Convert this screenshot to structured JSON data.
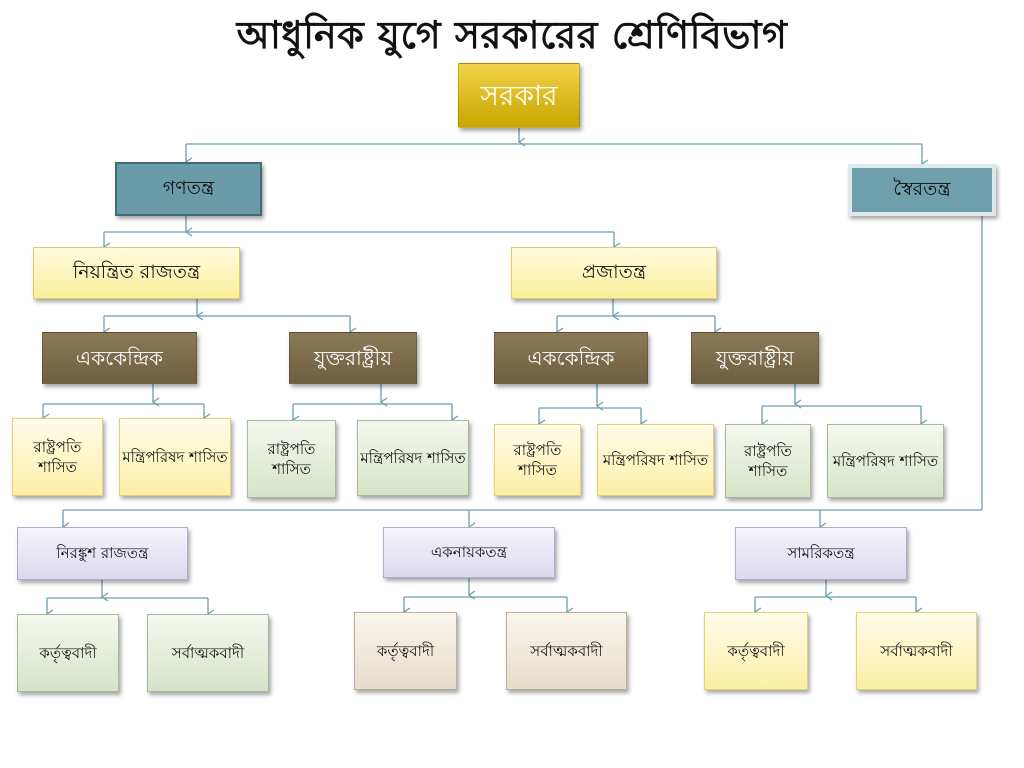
{
  "title": "আধুনিক যুগে সরকারের শ্রেণিবিভাগ",
  "root": "সরকার",
  "democracy": "গণতন্ত্র",
  "autocracy": "স্বৈরতন্ত্র",
  "limited_monarchy": "নিয়ন্ত্রিত রাজতন্ত্র",
  "republic": "প্রজাতন্ত্র",
  "unitary": "এককেন্দ্রিক",
  "federal": "যুক্তরাষ্ট্রীয়",
  "presidential": "রাষ্ট্রপতি শাসিত",
  "parliamentary": "মন্ত্রিপরিষদ শাসিত",
  "absolute_monarchy": "নিরঙ্কুশ রাজতন্ত্র",
  "dictatorship": "একনায়কতন্ত্র",
  "military": "সামরিকতন্ত্র",
  "authoritarian": "কর্তৃত্ববাদী",
  "totalitarian": "সর্বাত্মকবাদী",
  "colors": {
    "connector": "#6b9fb0",
    "root": "#d4b000",
    "teal": "#6b9ba8",
    "brown": "#7a6a4a",
    "yellow": "#fcef9a",
    "green": "#d6e3c8",
    "lavender": "#ddd8ee",
    "tan": "#e6dccb"
  }
}
